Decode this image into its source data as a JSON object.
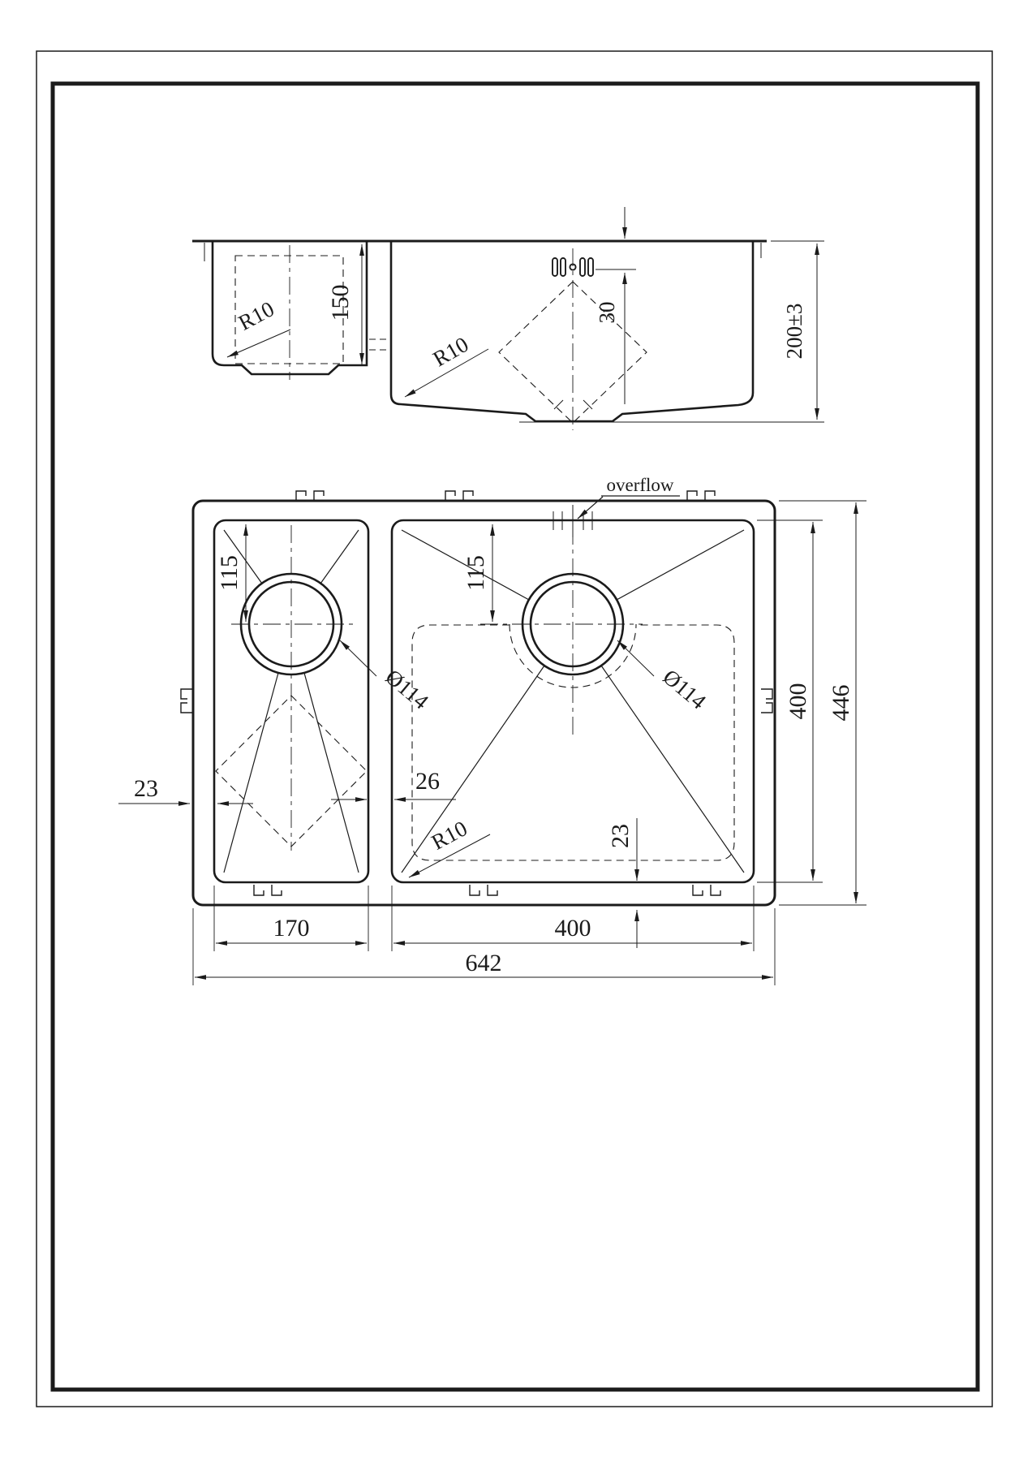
{
  "sheet": {
    "front_view": {
      "bowl_depth_small": "150",
      "corner_radius_small": "R10",
      "corner_radius_large": "R10",
      "overflow_offset": "30",
      "bowl_depth_overall": "200±3"
    },
    "plan_view": {
      "overflow_label": "overflow",
      "drain_offset_left": "115",
      "drain_offset_right": "115",
      "drain_diameter_left": "Ø114",
      "drain_diameter_right": "Ø114",
      "rim_gap": "23",
      "divider_width": "26",
      "base_inset": "23",
      "corner_radius": "R10",
      "small_bowl_width": "170",
      "large_bowl_width": "400",
      "overall_width": "642",
      "large_bowl_length": "400",
      "overall_length": "446"
    }
  }
}
